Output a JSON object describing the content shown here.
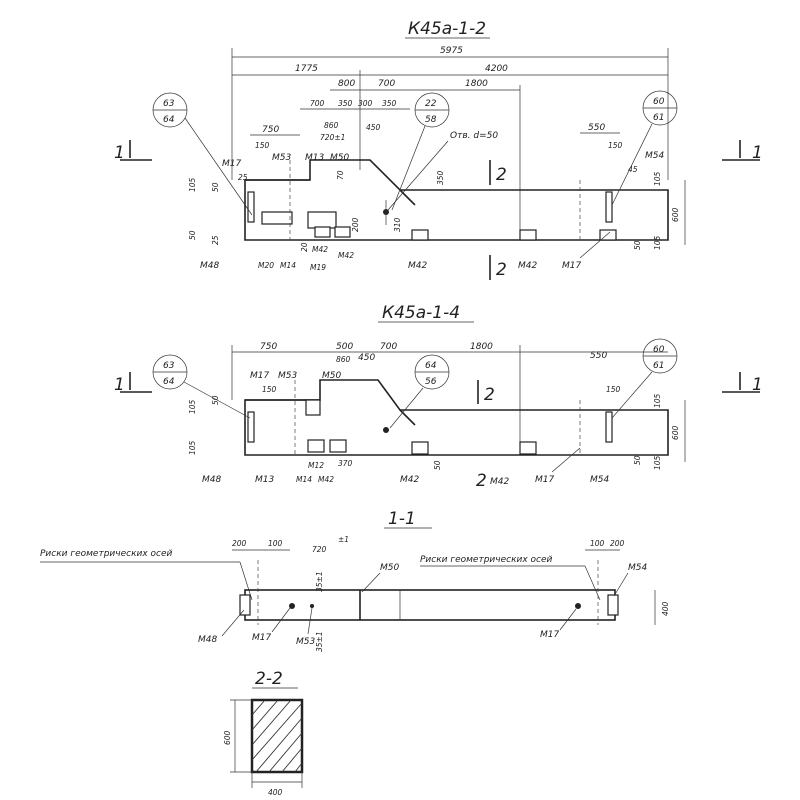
{
  "drawing1": {
    "title": "К45а-1-2",
    "dims": {
      "total": "5975",
      "d1775": "1775",
      "d4200": "4200",
      "d800": "800",
      "d700a": "700",
      "d1800": "1800",
      "d700b": "700",
      "d350a": "350",
      "d300": "300",
      "d350b": "350",
      "d750": "750",
      "d860": "860",
      "d720": "720±1",
      "d450": "450",
      "d550": "550",
      "d150a": "150",
      "d150b": "150",
      "d25": "25",
      "d50a": "50",
      "d105a": "105",
      "d50b": "50",
      "d25b": "25",
      "d350v": "350",
      "d310": "310",
      "d200": "200",
      "d105b": "105",
      "d50c": "50",
      "d600": "600",
      "d105c": "105",
      "d50d": "50",
      "d70": "70",
      "d20": "20",
      "d45": "45"
    },
    "circles": [
      {
        "top": "63",
        "bottom": "64"
      },
      {
        "top": "22",
        "bottom": "58"
      },
      {
        "top": "60",
        "bottom": "61"
      }
    ],
    "note_hole": "Отв. d=50",
    "section_label": "2",
    "cut_label": "1",
    "marks_top": [
      "М17",
      "М53",
      "М13",
      "М50",
      "М54"
    ],
    "marks_bottom": [
      "М48",
      "М20",
      "М14",
      "М42",
      "М19",
      "М42",
      "М42",
      "М42",
      "М17"
    ]
  },
  "drawing2": {
    "title": "К45а-1-4",
    "dims": {
      "d750": "750",
      "d500": "500",
      "d450": "450",
      "d700": "700",
      "d1800": "1800",
      "d550": "550",
      "d860": "860",
      "d150a": "150",
      "d150b": "150",
      "d105a": "105",
      "d50a": "50",
      "d105b": "105",
      "d600": "600",
      "d105c": "105",
      "d50b": "50",
      "d105d": "105",
      "d370": "370",
      "d50c": "50"
    },
    "circles": [
      {
        "top": "63",
        "bottom": "64"
      },
      {
        "top": "64",
        "bottom": "56"
      },
      {
        "top": "60",
        "bottom": "61"
      }
    ],
    "section_label": "2",
    "cut_label": "1",
    "marks_top": [
      "М17",
      "М53",
      "М50"
    ],
    "marks_bottom": [
      "М48",
      "М13",
      "М14",
      "М12",
      "М42",
      "М42",
      "М42",
      "М17",
      "М54"
    ]
  },
  "section11": {
    "title": "1-1",
    "label_left": "Риски геометрических осей",
    "label_right": "Риски геометрических осей",
    "dims": {
      "d200a": "200",
      "d100a": "100",
      "d720": "720",
      "tol": "±1",
      "d35a": "35±1",
      "d35b": "35±1",
      "d100b": "100",
      "d200b": "200",
      "d400": "400"
    },
    "marks": [
      "М48",
      "М17",
      "М53",
      "М50",
      "М54",
      "М17"
    ]
  },
  "section22": {
    "title": "2-2",
    "dims": {
      "height": "600",
      "width": "400"
    }
  }
}
